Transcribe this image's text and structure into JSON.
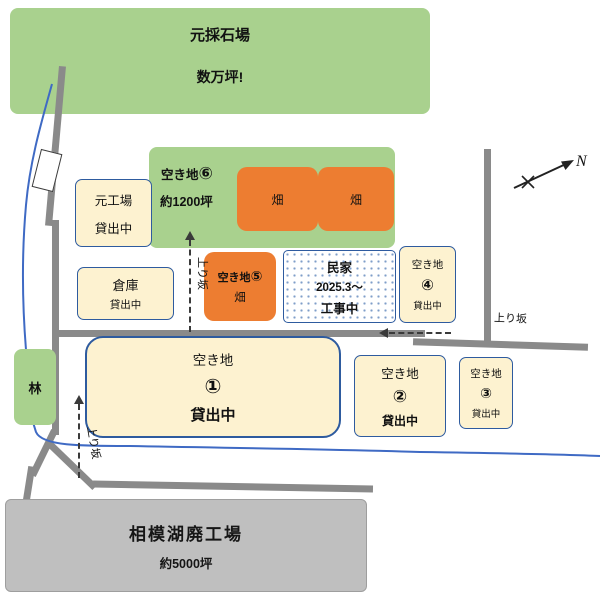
{
  "map": {
    "quarry": {
      "name": "元採石場",
      "size": "数万坪!"
    },
    "lot6": {
      "label": "空き地",
      "num": "⑥",
      "size": "約1200坪",
      "field1": "畑",
      "field2": "畑"
    },
    "former_factory": {
      "name": "元工場",
      "status": "貸出中"
    },
    "warehouse": {
      "name": "倉庫",
      "status": "貸出中"
    },
    "lot5": {
      "label": "空き地",
      "num": "⑤",
      "use": "畑"
    },
    "house": {
      "name": "民家",
      "date": "2025.3〜",
      "status": "工事中"
    },
    "lot4": {
      "label": "空き地",
      "num": "④",
      "status": "貸出中"
    },
    "forest": {
      "name": "林"
    },
    "lot1": {
      "label": "空き地",
      "num": "①",
      "status": "貸出中"
    },
    "lot2": {
      "label": "空き地",
      "num": "②",
      "status": "貸出中"
    },
    "lot3": {
      "label": "空き地",
      "num": "③",
      "status": "貸出中"
    },
    "abandoned_factory": {
      "name": "相模湖廃工場",
      "size": "約5000坪"
    },
    "slopes": {
      "mid": "上り坂",
      "right": "上り坂",
      "left": "上り坂"
    },
    "compass": {
      "label": "N"
    }
  },
  "colors": {
    "area_green": "#a9d18e",
    "field_orange": "#ed7d31",
    "lot_cream": "#fdf2d0",
    "border_blue": "#2e5b9f",
    "road_gray": "#8a8a8a",
    "river_blue": "#3f6ac4",
    "factory_gray": "#bfbfbf",
    "construction_dots": "#7f9ec9"
  }
}
